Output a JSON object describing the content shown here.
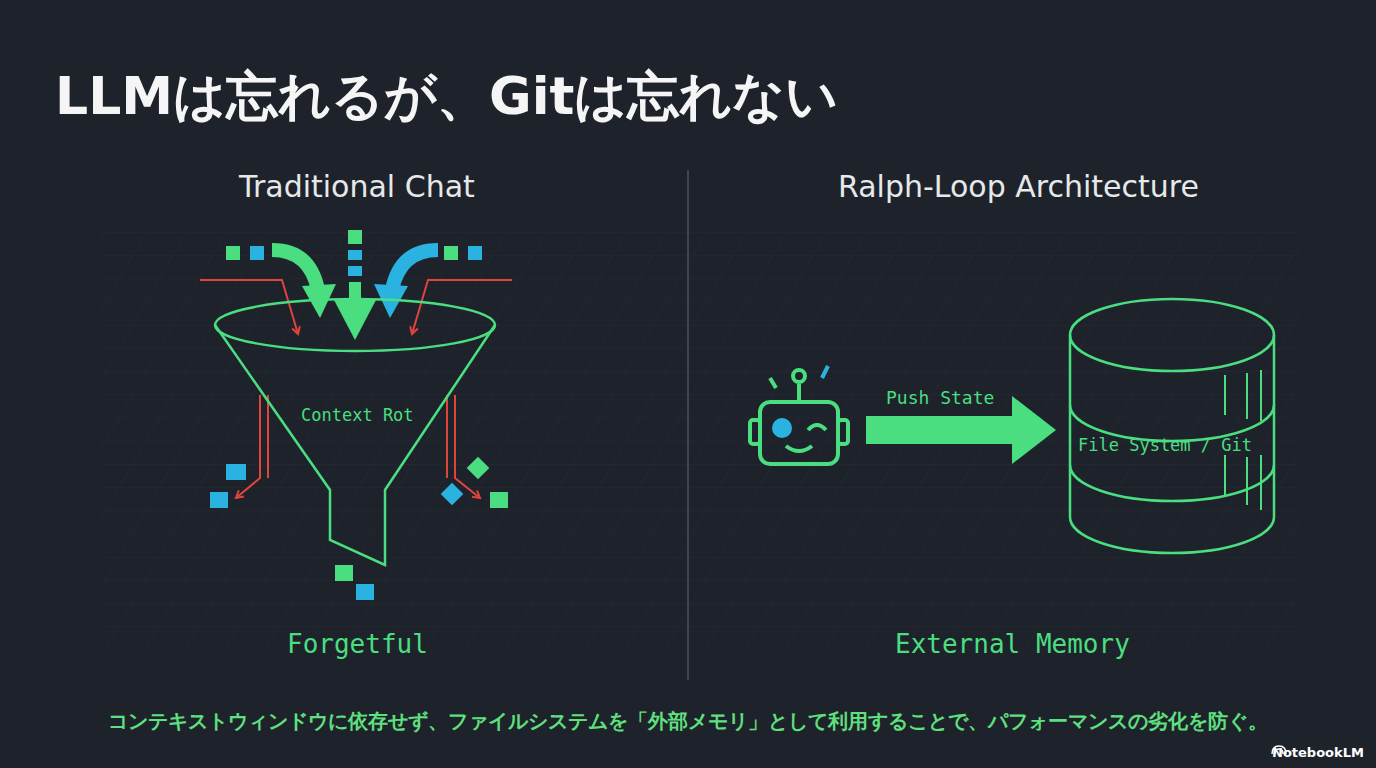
{
  "diagram": {
    "title": "LLMは忘れるが、Gitは忘れない",
    "caption": "コンテキストウィンドウに依存せず、ファイルシステムを「外部メモリ」として利用することで、パフォーマンスの劣化を防ぐ。",
    "nodes": [
      {
        "text": [
          "Context Rot"
        ]
      },
      {
        "text": [
          "File System / Git"
        ]
      }
    ],
    "labels": [
      "Traditional Chat",
      "Ralph-Loop Architecture",
      "Forgetful",
      "Push State",
      "External Memory",
      "NotebookLM"
    ]
  }
}
